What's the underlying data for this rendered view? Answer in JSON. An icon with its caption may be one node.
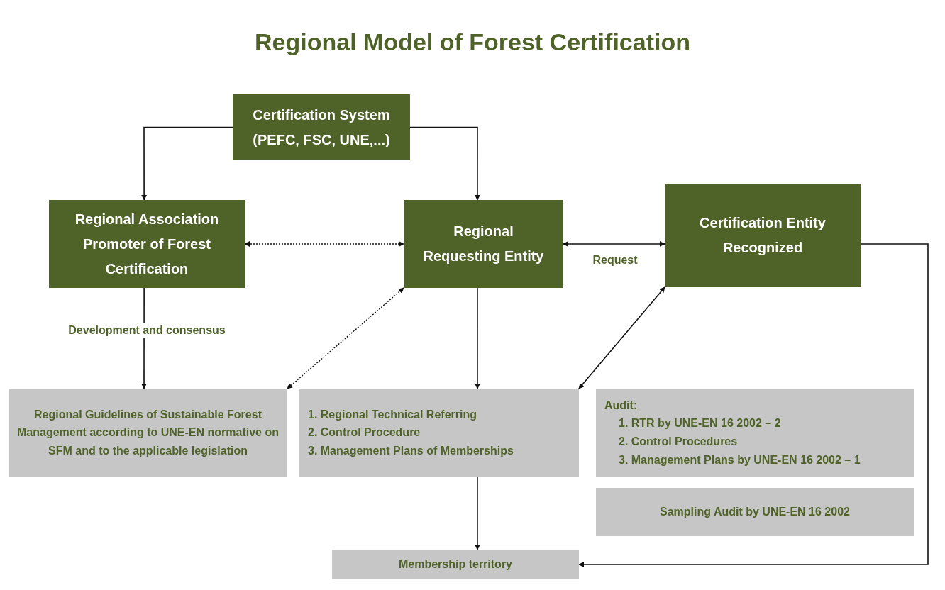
{
  "diagram": {
    "title": "Regional Model of Forest Certification",
    "nodes": [
      {
        "text": [
          "Certification System (PEFC, FSC, UNE,...)"
        ]
      },
      {
        "text": [
          "Regional Association Promoter of Forest Certification"
        ]
      },
      {
        "text": [
          "Regional Requesting Entity"
        ]
      },
      {
        "text": [
          "Certification Entity Recognized"
        ]
      },
      {
        "text": [
          "Regional Guidelines of Sustainable Forest Management according to UNE-EN normative on SFM and to the applicable legislation"
        ]
      },
      {
        "text": [
          "1. Regional Technical Referring",
          "2. Control Procedure",
          "3. Management Plans of Memberships"
        ]
      },
      {
        "text": [
          "Audit:",
          "1. RTR by UNE-EN 16 2002 – 2",
          "2. Control Procedures",
          "3. Management Plans by UNE-EN 16 2002 – 1"
        ]
      },
      {
        "text": [
          "Sampling Audit by UNE-EN 16 2002"
        ]
      },
      {
        "text": [
          "Membership territory"
        ]
      }
    ],
    "edges": [
      {
        "from": 0,
        "to": 1,
        "arrow": "to"
      },
      {
        "from": 0,
        "to": 2,
        "arrow": "to"
      },
      {
        "from": 1,
        "to": 2,
        "arrow": "both",
        "style": "dashed"
      },
      {
        "from": 2,
        "to": 3,
        "arrow": "both",
        "label": "Request"
      },
      {
        "from": 1,
        "to": 4,
        "arrow": "to",
        "label": "Development and consensus"
      },
      {
        "from": 2,
        "to": 4,
        "arrow": "both",
        "style": "dashed"
      },
      {
        "from": 2,
        "to": 5,
        "arrow": "to"
      },
      {
        "from": 3,
        "to": 5,
        "arrow": "both"
      },
      {
        "from": 5,
        "to": 8,
        "arrow": "to"
      },
      {
        "from": 3,
        "to": 8,
        "arrow": "to"
      }
    ]
  }
}
